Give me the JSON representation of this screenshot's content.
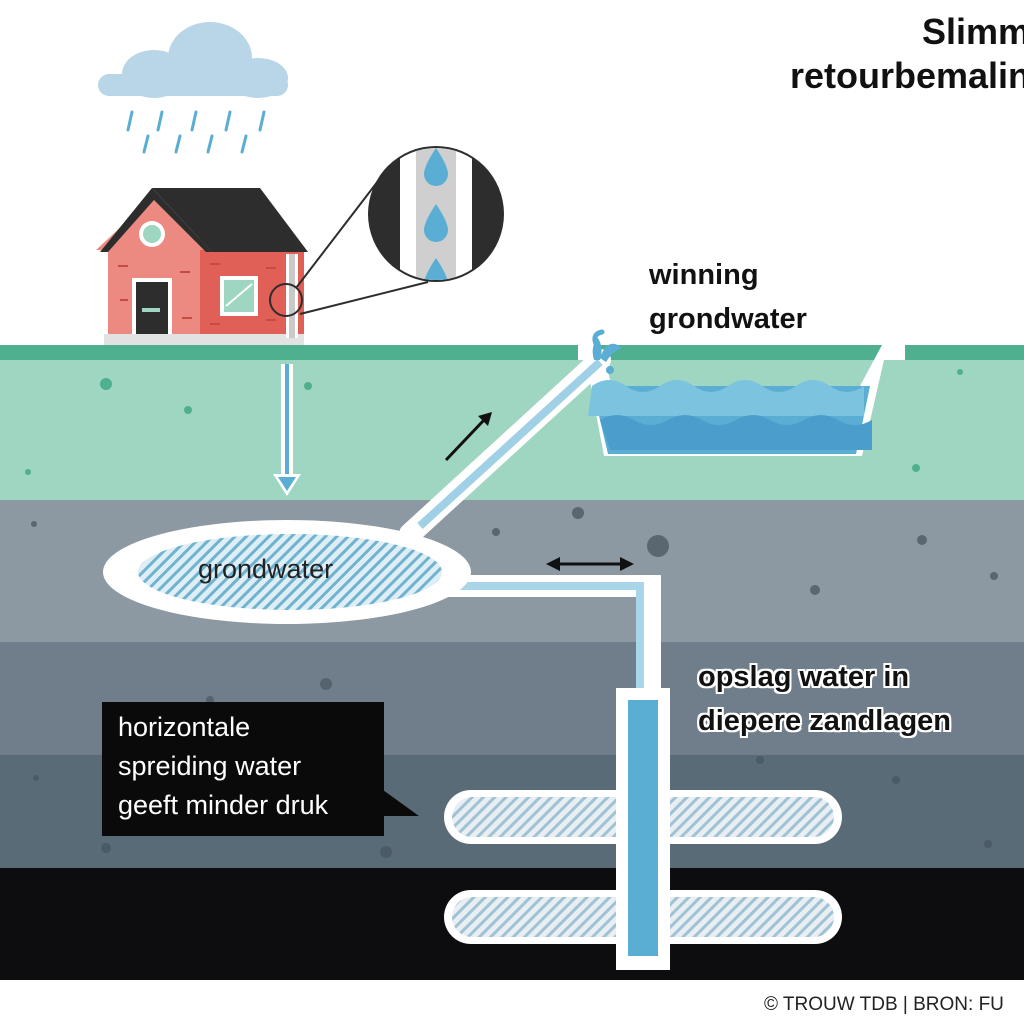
{
  "title": {
    "line1": "Slimm",
    "line2": "retourbemalin"
  },
  "labels": {
    "extraction_line1": "winning",
    "extraction_line2": "grondwater",
    "groundwater": "grondwater",
    "storage_line1": "opslag water in",
    "storage_line2": "diepere zandlagen"
  },
  "callout": {
    "line1": "horizontale",
    "line2": "spreiding water",
    "line3": "geeft minder druk"
  },
  "credit": "© TROUW TDB | BRON: FU",
  "colors": {
    "grass": "#4fb08f",
    "topsoil": "#9fd6c2",
    "layer_gray_1": "#8c98a2",
    "layer_gray_2": "#6f7e8a",
    "layer_gray_3": "#5a6b78",
    "bedrock": "#0d0d0f",
    "water": "#5aaed4",
    "house": "#e05f57",
    "roof": "#2d2d2d"
  },
  "icons": [
    "rain-cloud-icon",
    "house-icon",
    "drainpipe-magnifier-icon",
    "water-fountain-icon",
    "pond-icon",
    "well-pipe-icon"
  ]
}
